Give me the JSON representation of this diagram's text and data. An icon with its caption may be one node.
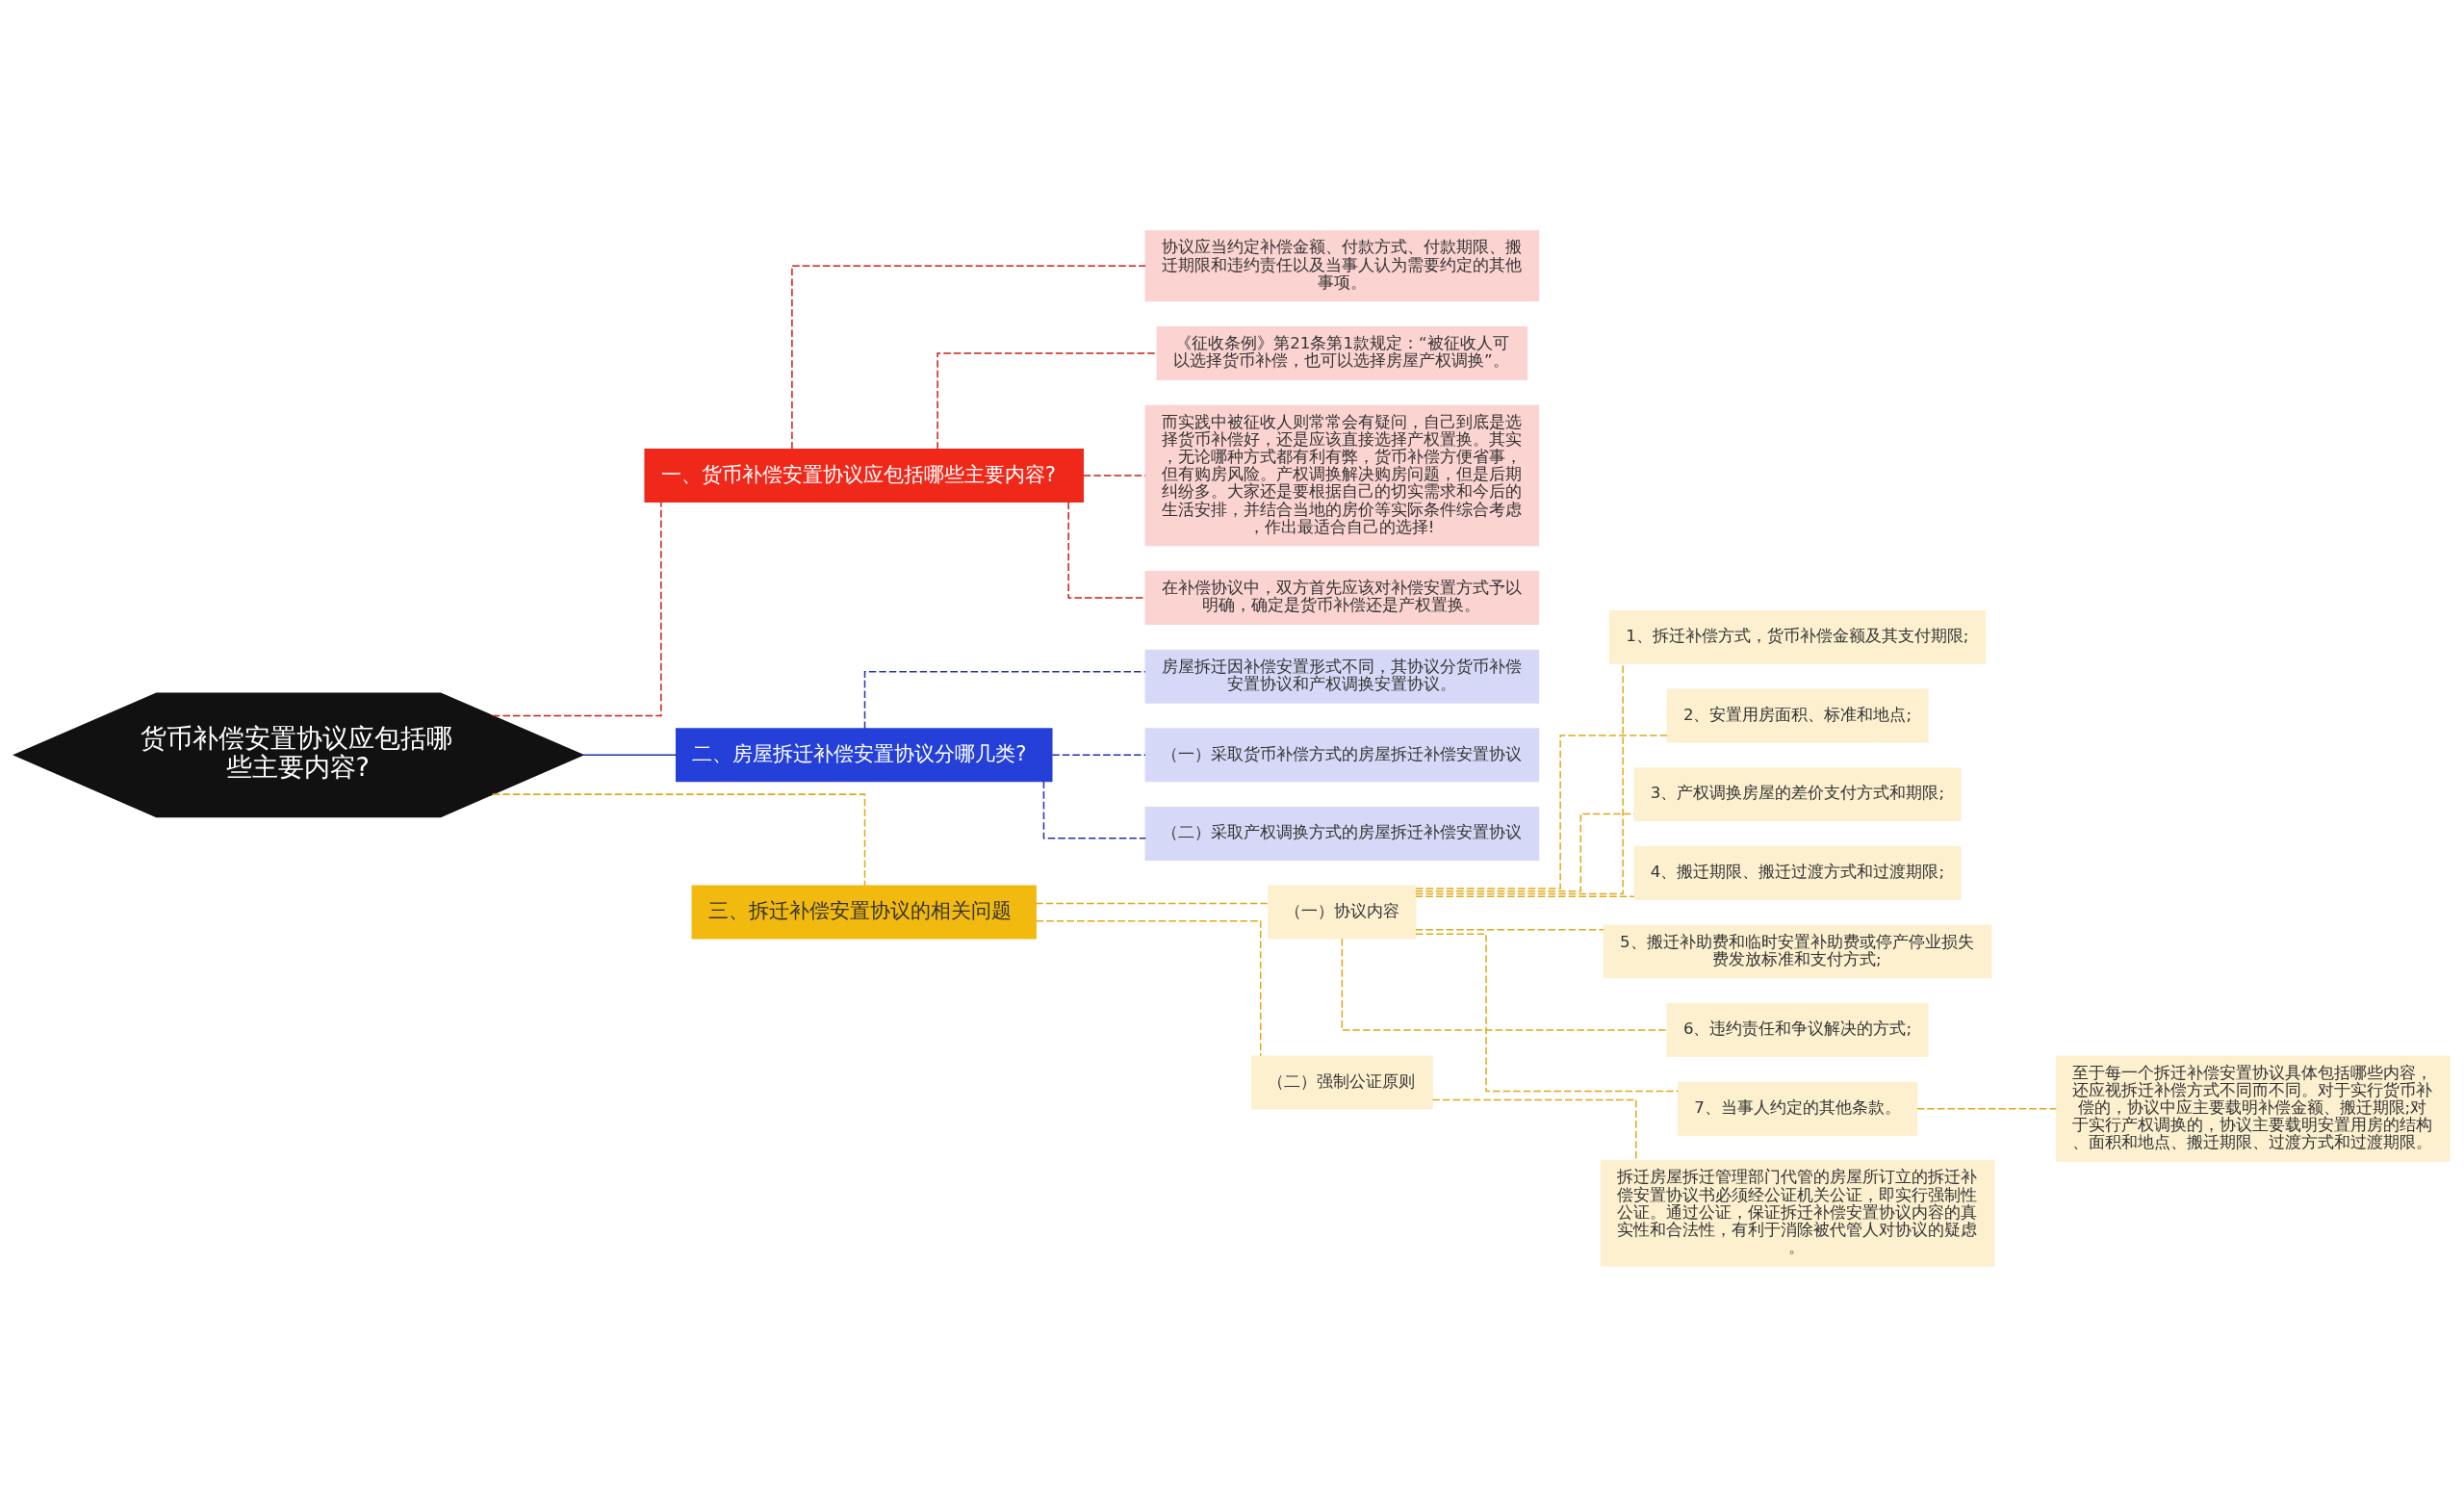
{
  "diagram": {
    "nodes": [
      {
        "text": [
          "货币补偿安置协议应包括哪些主要内容?"
        ]
      },
      {
        "text": [
          "一、货币补偿安置协议应包括哪些主要内容?"
        ]
      },
      {
        "text": [
          "协议应当约定补偿金额、付款方式、付款期限、搬迁期限和违约责任以及当事人认为需要约定的其他事项。"
        ]
      },
      {
        "text": [
          "《征收条例》第21条第1款规定：“被征收人可以选择货币补偿，也可以选择房屋产权调换”。"
        ]
      },
      {
        "text": [
          "而实践中被征收人则常常会有疑问，自己到底是选择货币补偿好，还是应该直接选择产权置换。其实，无论哪种方式都有利有弊，货币补偿方便省事，但有购房风险。产权调换解决购房问题，但是后期纠纷多。大家还是要根据自己的切实需求和今后的生活安排，并结合当地的房价等实际条件综合考虑，作出最适合自己的选择!"
        ]
      },
      {
        "text": [
          "在补偿协议中，双方首先应该对补偿安置方式予以明确，确定是货币补偿还是产权置换。"
        ]
      },
      {
        "text": [
          "二、房屋拆迁补偿安置协议分哪几类?"
        ]
      },
      {
        "text": [
          "房屋拆迁因补偿安置形式不同，其协议分货币补偿安置协议和产权调换安置协议。"
        ]
      },
      {
        "text": [
          "（一）采取货币补偿方式的房屋拆迁补偿安置协议"
        ]
      },
      {
        "text": [
          "（二）采取产权调换方式的房屋拆迁补偿安置协议"
        ]
      },
      {
        "text": [
          "三、拆迁补偿安置协议的相关问题"
        ]
      },
      {
        "text": [
          "（一）协议内容"
        ]
      },
      {
        "text": [
          "1、拆迁补偿方式，货币补偿金额及其支付期限;"
        ]
      },
      {
        "text": [
          "2、安置用房面积、标准和地点;"
        ]
      },
      {
        "text": [
          "3、产权调换房屋的差价支付方式和期限;"
        ]
      },
      {
        "text": [
          "4、搬迁期限、搬迁过渡方式和过渡期限;"
        ]
      },
      {
        "text": [
          "5、搬迁补助费和临时安置补助费或停产停业损失费发放标准和支付方式;"
        ]
      },
      {
        "text": [
          "6、违约责任和争议解决的方式;"
        ]
      },
      {
        "text": [
          "7、当事人约定的其他条款。"
        ]
      },
      {
        "text": [
          "至于每一个拆迁补偿安置协议具体包括哪些内容，还应视拆迁补偿方式不同而不同。对于实行货币补偿的，协议中应主要载明补偿金额、搬迁期限;对于实行产权调换的，协议主要载明安置用房的结构、面积和地点、搬迁期限、过渡方式和过渡期限。"
        ]
      },
      {
        "text": [
          "（二）强制公证原则"
        ]
      },
      {
        "text": [
          "拆迁房屋拆迁管理部门代管的房屋所订立的拆迁补偿安置协议书必须经公证机关公证，即实行强制性公证。通过公证，保证拆迁补偿安置协议内容的真实性和合法性，有利于消除被代管人对协议的疑虑。"
        ]
      }
    ],
    "edges": [
      {
        "from": 0,
        "to": 1,
        "arrow": "none",
        "style": "dashed",
        "color": "#c8201a"
      },
      {
        "from": 1,
        "to": 2,
        "arrow": "none",
        "style": "dashed",
        "color": "#c8201a"
      },
      {
        "from": 1,
        "to": 3,
        "arrow": "none",
        "style": "dashed",
        "color": "#c8201a"
      },
      {
        "from": 1,
        "to": 4,
        "arrow": "none",
        "style": "dashed",
        "color": "#c8201a"
      },
      {
        "from": 1,
        "to": 5,
        "arrow": "none",
        "style": "dashed",
        "color": "#c8201a"
      },
      {
        "from": 0,
        "to": 6,
        "arrow": "none",
        "color": "#2233aa"
      },
      {
        "from": 6,
        "to": 7,
        "arrow": "none",
        "style": "dashed",
        "color": "#2233aa"
      },
      {
        "from": 6,
        "to": 8,
        "arrow": "none",
        "style": "dashed",
        "color": "#2233aa"
      },
      {
        "from": 6,
        "to": 9,
        "arrow": "none",
        "style": "dashed",
        "color": "#2233aa"
      },
      {
        "from": 0,
        "to": 10,
        "arrow": "none",
        "style": "dashed"
      },
      {
        "from": 10,
        "to": 11,
        "arrow": "none",
        "style": "dashed"
      },
      {
        "from": 11,
        "to": 12,
        "arrow": "none",
        "style": "dashed"
      },
      {
        "from": 11,
        "to": 13,
        "arrow": "none",
        "style": "dashed"
      },
      {
        "from": 11,
        "to": 14,
        "arrow": "none",
        "style": "dashed"
      },
      {
        "from": 11,
        "to": 15,
        "arrow": "none",
        "style": "dashed"
      },
      {
        "from": 11,
        "to": 16,
        "arrow": "none",
        "style": "dashed"
      },
      {
        "from": 11,
        "to": 17,
        "arrow": "none",
        "style": "dashed"
      },
      {
        "from": 11,
        "to": 18,
        "arrow": "none",
        "style": "dashed"
      },
      {
        "from": 18,
        "to": 19,
        "arrow": "none",
        "style": "dashed"
      },
      {
        "from": 10,
        "to": 20,
        "arrow": "none",
        "style": "dashed"
      },
      {
        "from": 20,
        "to": 21,
        "arrow": "none",
        "style": "dashed"
      }
    ]
  }
}
